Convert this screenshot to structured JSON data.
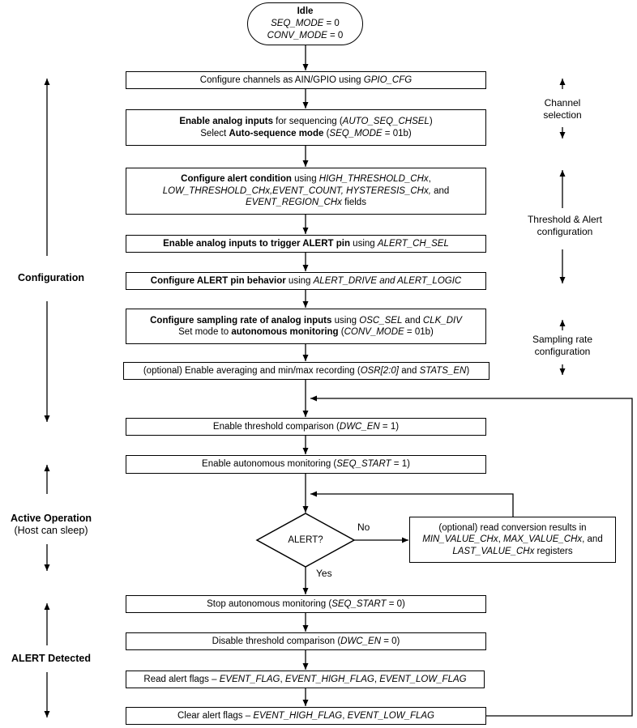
{
  "flow": {
    "start": {
      "lines": [
        [
          {
            "t": "Idle",
            "b": true
          }
        ],
        [
          {
            "t": "SEQ_MODE",
            "i": true
          },
          {
            "t": " = 0"
          }
        ],
        [
          {
            "t": "CONV_MODE",
            "i": true
          },
          {
            "t": " = 0"
          }
        ]
      ]
    },
    "steps": [
      {
        "id": "configure-channels",
        "lines": [
          [
            {
              "t": "Configure channels as AIN/GPIO using "
            },
            {
              "t": "GPIO_CFG",
              "i": true
            }
          ]
        ]
      },
      {
        "id": "enable-analog-inputs",
        "lines": [
          [
            {
              "t": "Enable analog inputs",
              "b": true
            },
            {
              "t": " for sequencing ("
            },
            {
              "t": "AUTO_SEQ_CHSEL",
              "i": true
            },
            {
              "t": ")"
            }
          ],
          [
            {
              "t": "Select "
            },
            {
              "t": "Auto-sequence mode",
              "b": true
            },
            {
              "t": " ("
            },
            {
              "t": "SEQ_MODE",
              "i": true
            },
            {
              "t": " = 01b)"
            }
          ]
        ]
      },
      {
        "id": "configure-alert-condition",
        "lines": [
          [
            {
              "t": "Configure alert condition",
              "b": true
            },
            {
              "t": " using "
            },
            {
              "t": "HIGH_THRESHOLD_CHx",
              "i": true
            },
            {
              "t": ","
            }
          ],
          [
            {
              "t": "LOW_THRESHOLD_CHx,EVENT_COUNT, HYSTERESIS_CHx,",
              "i": true
            },
            {
              "t": " and"
            }
          ],
          [
            {
              "t": "EVENT_REGION_CHx",
              "i": true
            },
            {
              "t": " fields"
            }
          ]
        ]
      },
      {
        "id": "enable-alert-trigger",
        "lines": [
          [
            {
              "t": "Enable analog inputs to trigger ALERT pin",
              "b": true
            },
            {
              "t": " using "
            },
            {
              "t": "ALERT_CH_SEL",
              "i": true
            }
          ]
        ]
      },
      {
        "id": "configure-alert-pin",
        "lines": [
          [
            {
              "t": "Configure ALERT pin behavior",
              "b": true
            },
            {
              "t": " using "
            },
            {
              "t": "ALERT_DRIVE and ALERT_LOGIC",
              "i": true
            }
          ]
        ]
      },
      {
        "id": "configure-sampling",
        "lines": [
          [
            {
              "t": "Configure sampling rate of analog inputs",
              "b": true
            },
            {
              "t": " using "
            },
            {
              "t": "OSC_SEL",
              "i": true
            },
            {
              "t": " and "
            },
            {
              "t": "CLK_DIV",
              "i": true
            }
          ],
          [
            {
              "t": "Set mode to "
            },
            {
              "t": "autonomous monitoring",
              "b": true
            },
            {
              "t": " ("
            },
            {
              "t": "CONV_MODE",
              "i": true
            },
            {
              "t": " = 01b)"
            }
          ]
        ]
      },
      {
        "id": "enable-averaging",
        "lines": [
          [
            {
              "t": "(optional) Enable averaging and min/max recording ("
            },
            {
              "t": "OSR[2:0]",
              "i": true
            },
            {
              "t": " and "
            },
            {
              "t": "STATS_EN",
              "i": true
            },
            {
              "t": ")"
            }
          ]
        ]
      },
      {
        "id": "enable-threshold",
        "lines": [
          [
            {
              "t": "Enable threshold comparison ("
            },
            {
              "t": "DWC_EN",
              "i": true
            },
            {
              "t": " = 1)"
            }
          ]
        ]
      },
      {
        "id": "enable-monitoring",
        "lines": [
          [
            {
              "t": "Enable autonomous monitoring ("
            },
            {
              "t": "SEQ_START",
              "i": true
            },
            {
              "t": " = 1)"
            }
          ]
        ]
      },
      {
        "id": "stop-monitoring",
        "lines": [
          [
            {
              "t": "Stop autonomous monitoring ("
            },
            {
              "t": "SEQ_START",
              "i": true
            },
            {
              "t": " = 0)"
            }
          ]
        ]
      },
      {
        "id": "disable-threshold",
        "lines": [
          [
            {
              "t": "Disable threshold comparison ("
            },
            {
              "t": "DWC_EN",
              "i": true
            },
            {
              "t": " = 0)"
            }
          ]
        ]
      },
      {
        "id": "read-alert-flags",
        "lines": [
          [
            {
              "t": "Read alert flags – "
            },
            {
              "t": "EVENT_FLAG",
              "i": true
            },
            {
              "t": ", "
            },
            {
              "t": "EVENT_HIGH_FLAG",
              "i": true
            },
            {
              "t": ", "
            },
            {
              "t": "EVENT_LOW_FLAG",
              "i": true
            }
          ]
        ]
      },
      {
        "id": "clear-alert-flags",
        "lines": [
          [
            {
              "t": "Clear alert flags – "
            },
            {
              "t": "EVENT_HIGH_FLAG",
              "i": true
            },
            {
              "t": ", "
            },
            {
              "t": "EVENT_LOW_FLAG",
              "i": true
            }
          ]
        ]
      }
    ],
    "decision": {
      "label": "ALERT?",
      "no": "No",
      "yes": "Yes"
    },
    "optional_read": {
      "lines": [
        [
          {
            "t": "(optional) read conversion results in"
          }
        ],
        [
          {
            "t": "MIN_VALUE_CHx",
            "i": true
          },
          {
            "t": ", "
          },
          {
            "t": "MAX_VALUE_CHx",
            "i": true
          },
          {
            "t": ", and"
          }
        ],
        [
          {
            "t": "LAST_VALUE_CHx",
            "i": true
          },
          {
            "t": " registers"
          }
        ]
      ]
    }
  },
  "annotations": {
    "left": [
      {
        "lines": [
          [
            {
              "t": "Configuration",
              "b": true
            }
          ]
        ]
      },
      {
        "lines": [
          [
            {
              "t": "Active Operation",
              "b": true
            }
          ],
          [
            {
              "t": "(Host can sleep)"
            }
          ]
        ]
      },
      {
        "lines": [
          [
            {
              "t": "ALERT Detected",
              "b": true
            }
          ]
        ]
      }
    ],
    "right": [
      {
        "lines": [
          [
            {
              "t": "Channel"
            }
          ],
          [
            {
              "t": "selection"
            }
          ]
        ]
      },
      {
        "lines": [
          [
            {
              "t": "Threshold & Alert"
            }
          ],
          [
            {
              "t": "configuration"
            }
          ]
        ]
      },
      {
        "lines": [
          [
            {
              "t": "Sampling rate"
            }
          ],
          [
            {
              "t": "configuration"
            }
          ]
        ]
      }
    ]
  },
  "colors": {
    "line": "#000000",
    "background": "#ffffff"
  }
}
